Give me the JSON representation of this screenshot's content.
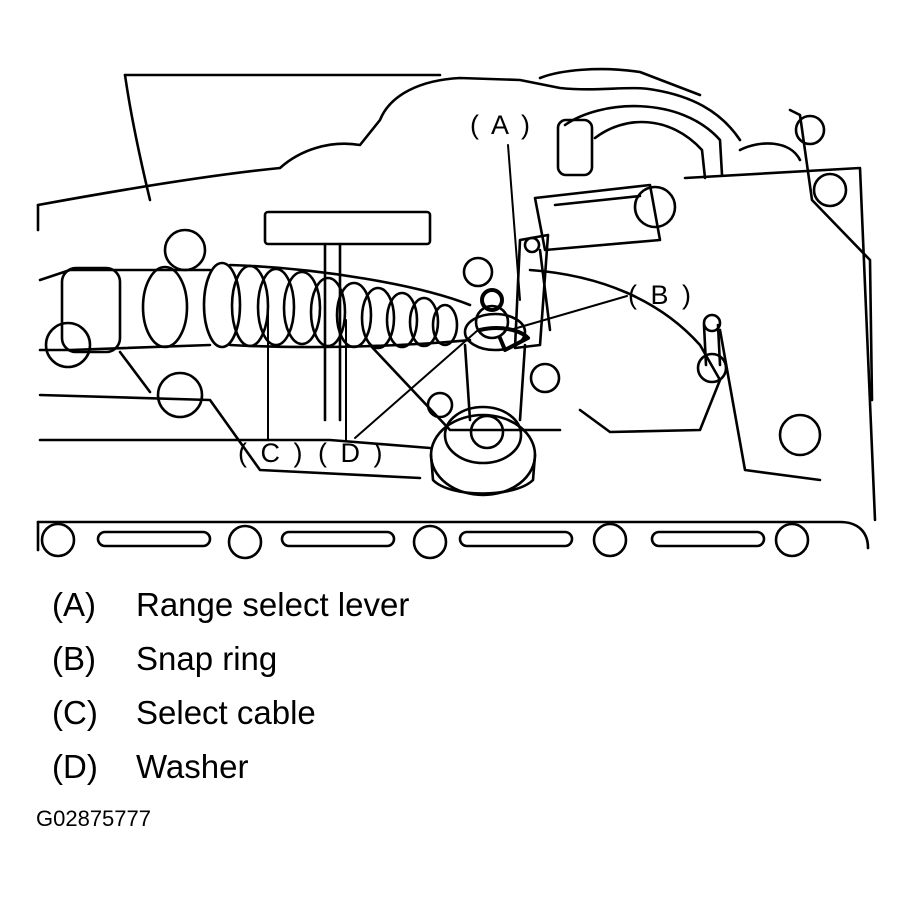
{
  "callouts": {
    "a": "( A )",
    "b": "( B )",
    "c": "( C )",
    "d": "( D )"
  },
  "legend": [
    {
      "key": "(A)",
      "label": "Range select lever"
    },
    {
      "key": "(B)",
      "label": "Snap ring"
    },
    {
      "key": "(C)",
      "label": "Select cable"
    },
    {
      "key": "(D)",
      "label": "Washer"
    }
  ],
  "figure_id": "G02875777"
}
